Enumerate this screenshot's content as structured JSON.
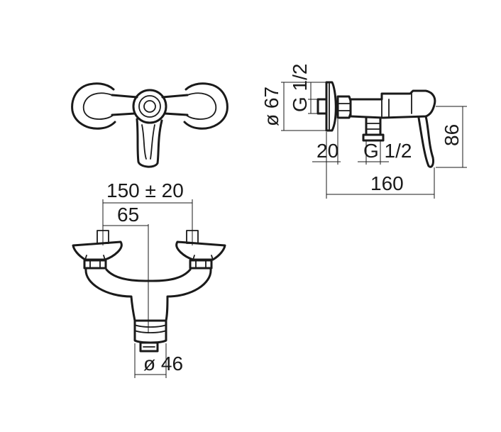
{
  "dimensions": {
    "spacing_label": "150 ± 20",
    "offset_label": "65",
    "outlet_diameter_label": "ø 46",
    "flange_diameter_label": "ø 67",
    "inlet_thread_label": "G 1/2",
    "outlet_thread_label": "G 1/2",
    "wall_depth_label": "20",
    "projection_label": "160",
    "height_label": "86"
  },
  "colors": {
    "line": "#1a1a1a",
    "background": "#ffffff"
  }
}
